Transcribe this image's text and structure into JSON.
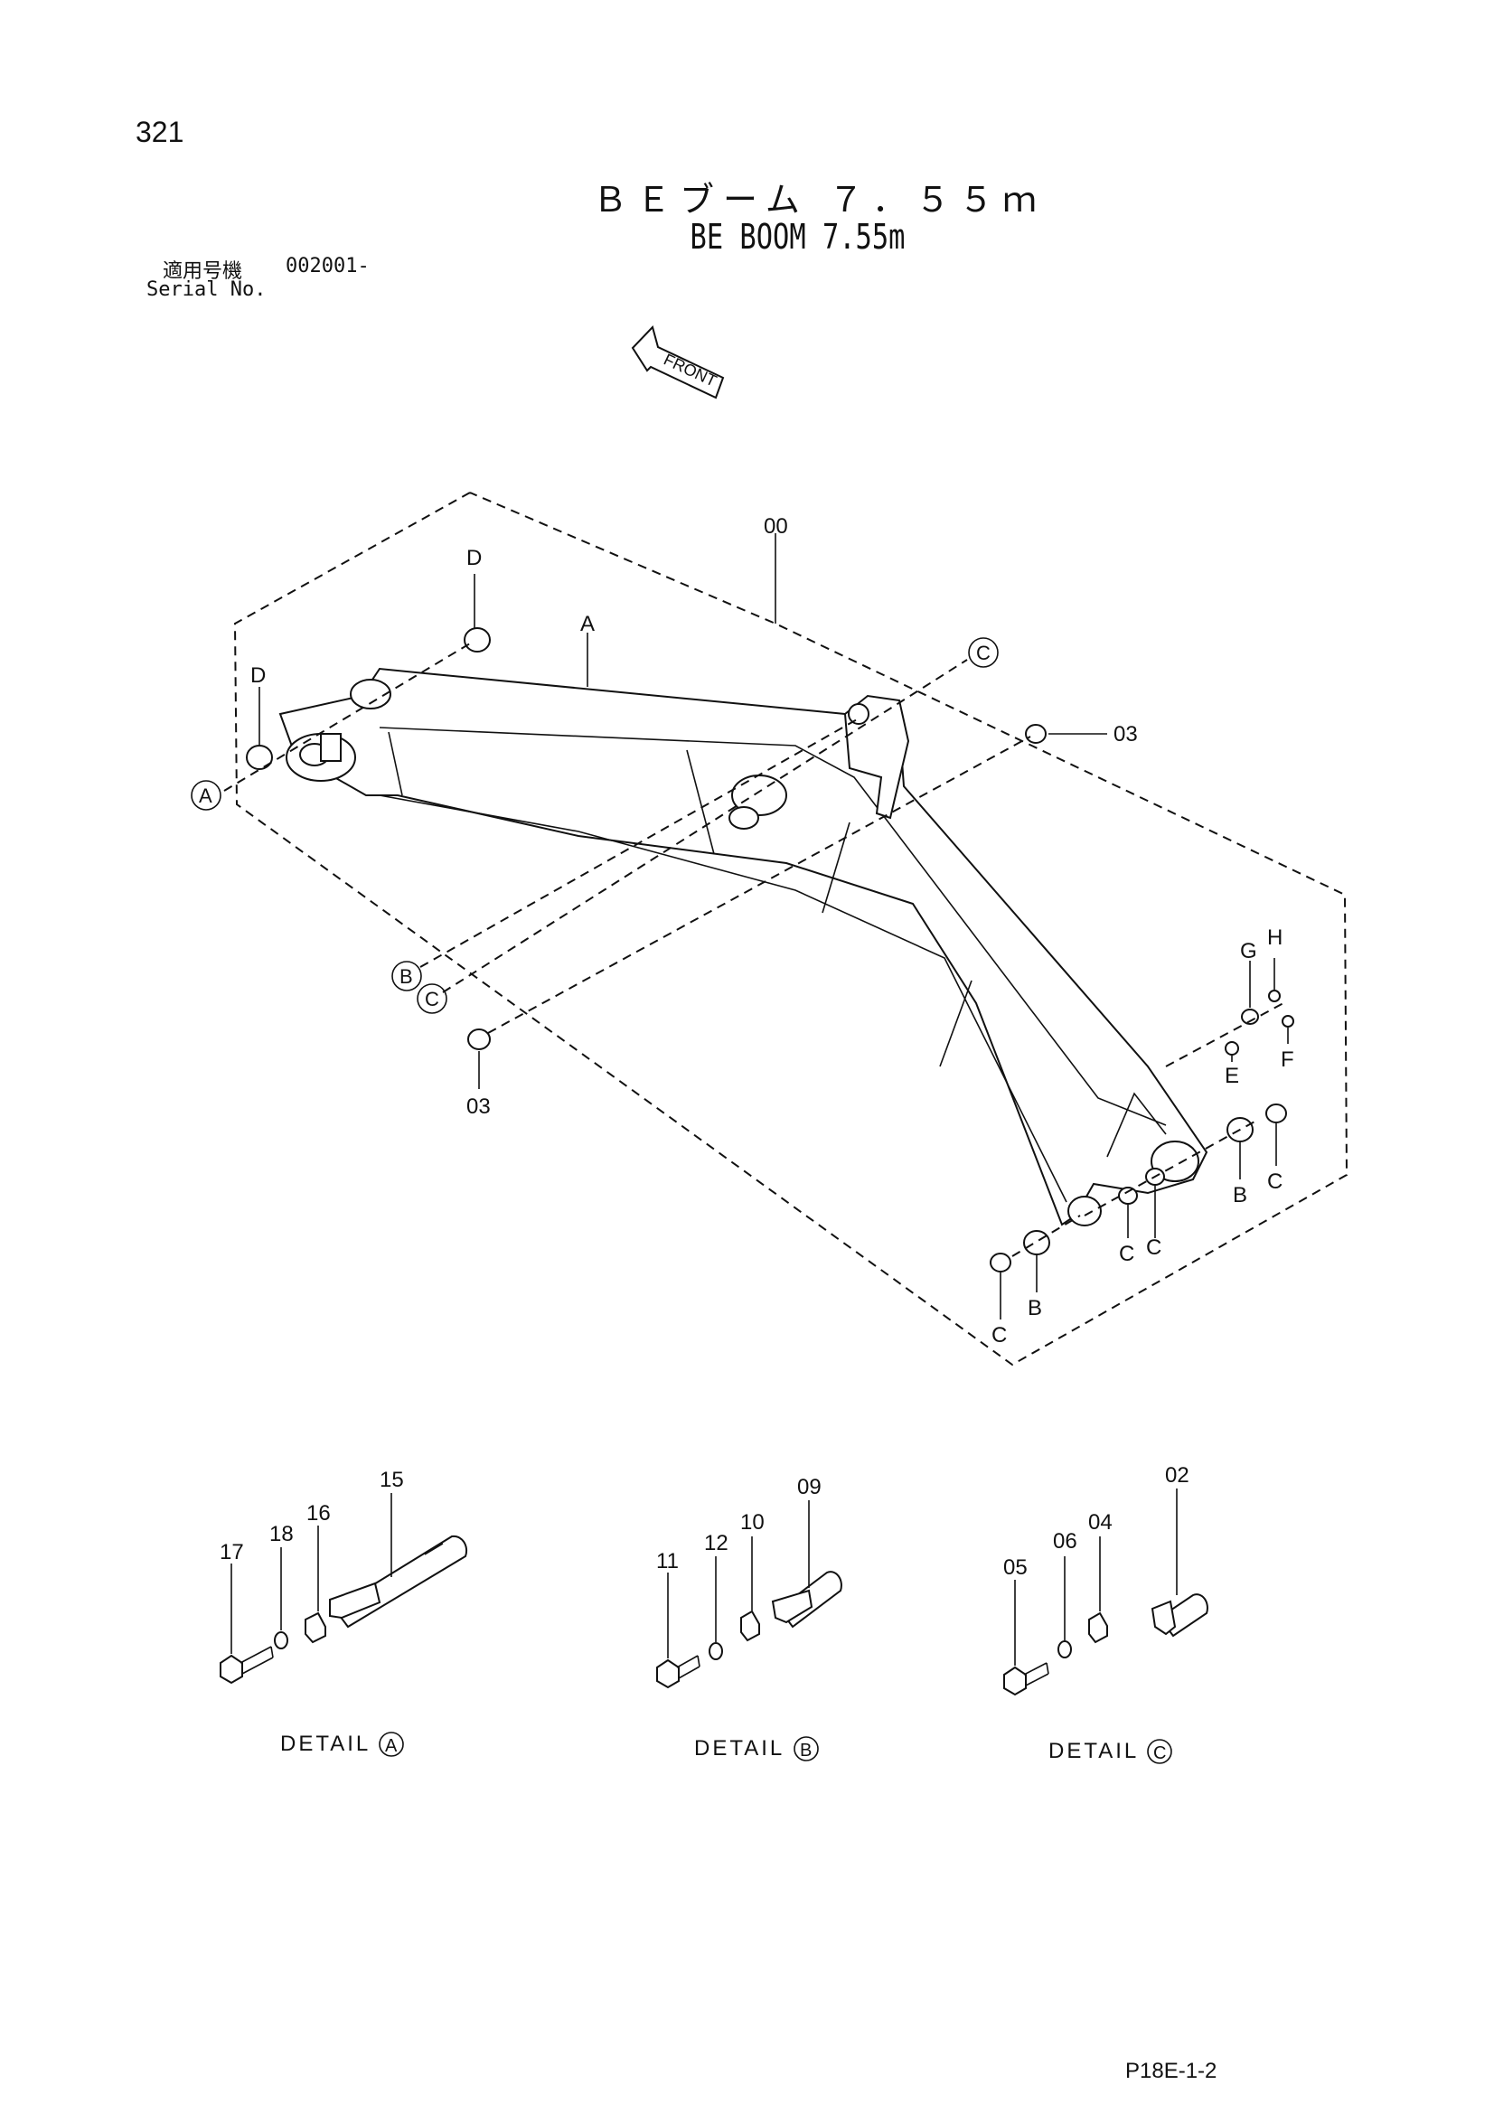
{
  "page_number": "321",
  "title_jp": "ＢＥブーム ７．５５ｍ",
  "title_en": "BE BOOM 7.55m",
  "serial": {
    "label_jp": "適用号機",
    "value": "002001-",
    "label_en": "Serial No."
  },
  "front_label": "FRONT",
  "callouts": {
    "c00": "00",
    "cA_main": "A",
    "cD1": "D",
    "cD2": "D",
    "cC_top": "C",
    "c03_right": "03",
    "c03_left": "03",
    "cA_circle": "A",
    "cB_circle": "B",
    "cC_circle": "C",
    "cG": "G",
    "cH": "H",
    "cE": "E",
    "cF": "F",
    "cB_right": "B",
    "cC_right": "C",
    "cC_mid1": "C",
    "cC_mid2": "C",
    "cB_low": "B",
    "cC_low": "C"
  },
  "details": [
    {
      "label": "DETAIL",
      "marker": "A",
      "parts": [
        "17",
        "18",
        "16",
        "15"
      ]
    },
    {
      "label": "DETAIL",
      "marker": "B",
      "parts": [
        "11",
        "12",
        "10",
        "09"
      ]
    },
    {
      "label": "DETAIL",
      "marker": "C",
      "parts": [
        "05",
        "06",
        "04",
        "02"
      ]
    }
  ],
  "doc_code": "P18E-1-2"
}
